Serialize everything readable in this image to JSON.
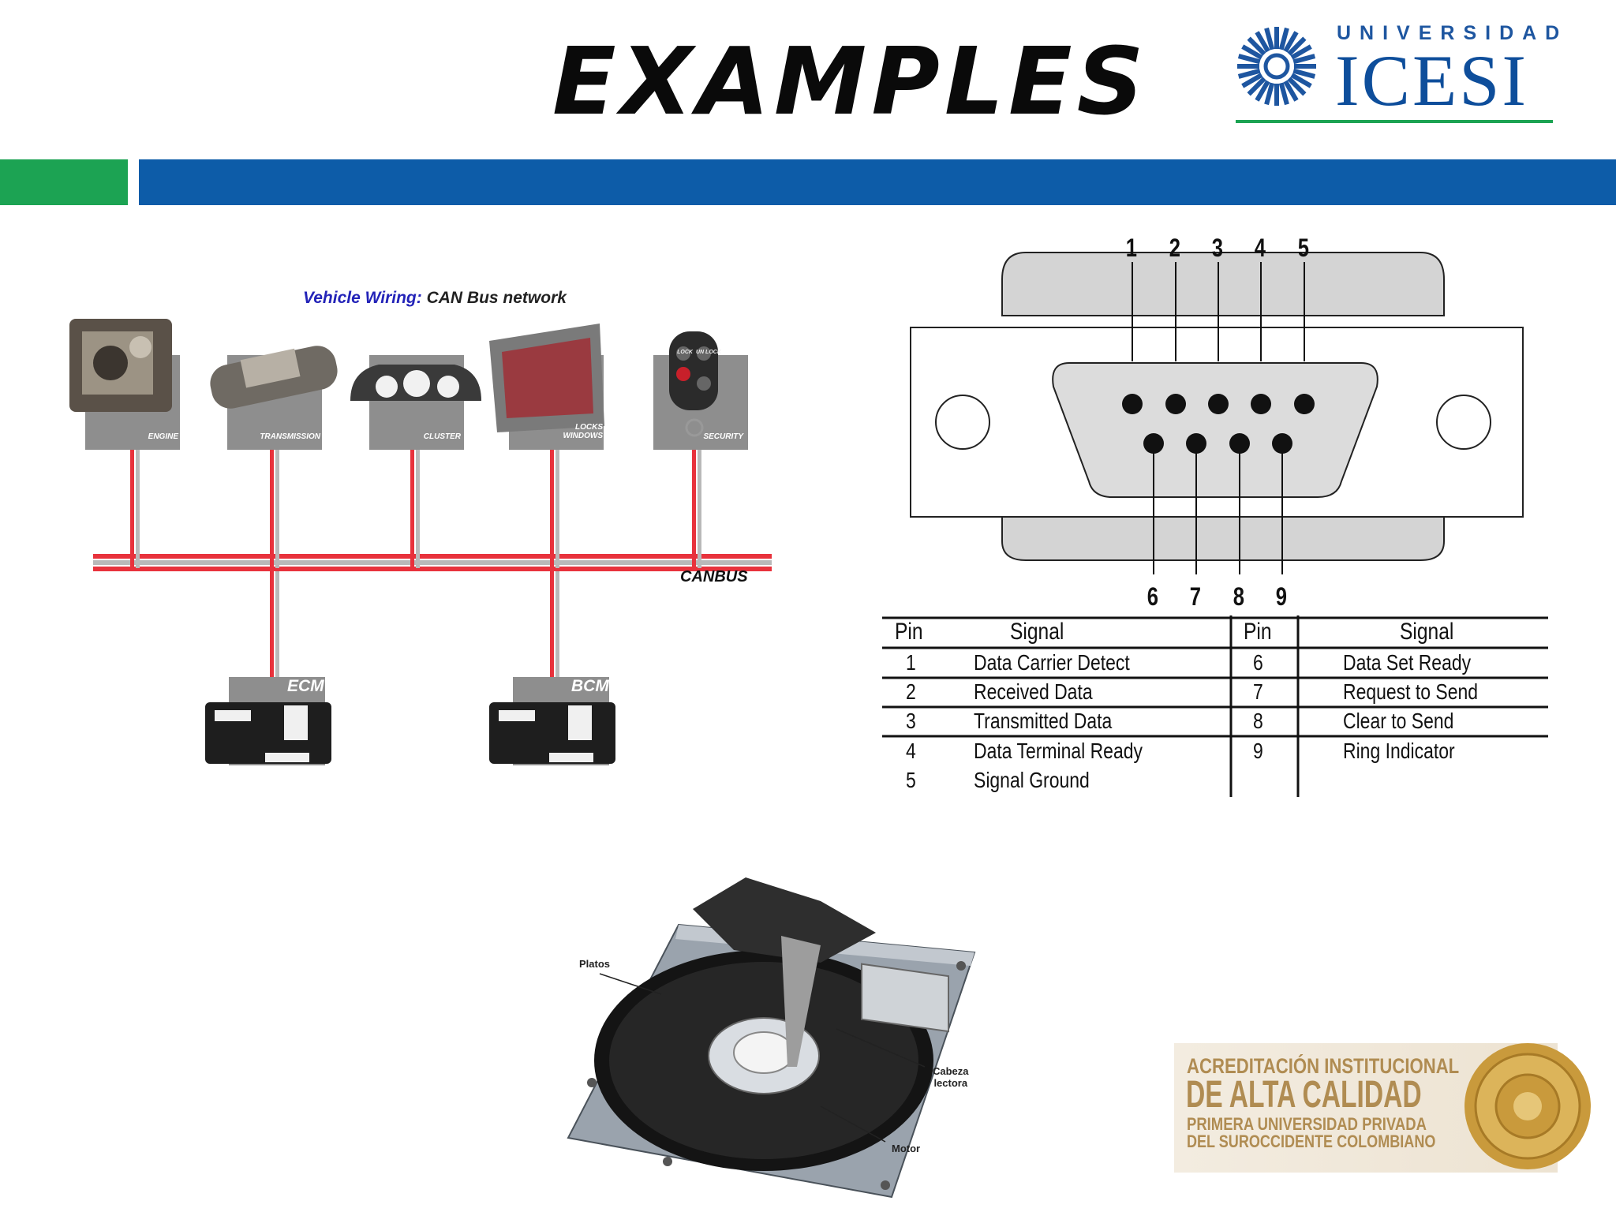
{
  "header": {
    "title": "EXAMPLES",
    "logo_top": "UNIVERSIDAD",
    "logo_main": "ICESI"
  },
  "colors": {
    "green": "#1ca353",
    "blue": "#0d5ca8",
    "can_wire_red": "#e8323c",
    "can_wire_gray": "#b9b9b9",
    "accreditation_gold": "#b08c52"
  },
  "can_diagram": {
    "title_accent": "Vehicle Wiring:",
    "title_rest": "CAN Bus network",
    "modules": [
      "ENGINE",
      "TRANSMISSION",
      "CLUSTER",
      "LOCKS\nWINDOWS",
      "SECURITY"
    ],
    "controllers": [
      "ECM",
      "BCM"
    ],
    "bus_label": "CANBUS",
    "keyfob_buttons": [
      "LOCK",
      "UN LOCK"
    ]
  },
  "db9": {
    "top_pins": [
      "1",
      "2",
      "3",
      "4",
      "5"
    ],
    "bottom_pins": [
      "6",
      "7",
      "8",
      "9"
    ],
    "table": {
      "headers": [
        "Pin",
        "Signal",
        "Pin",
        "Signal"
      ],
      "left_rows": [
        {
          "pin": "1",
          "signal": "Data Carrier Detect"
        },
        {
          "pin": "2",
          "signal": "Received Data"
        },
        {
          "pin": "3",
          "signal": "Transmitted Data"
        },
        {
          "pin": "4",
          "signal": "Data  Terminal Ready"
        },
        {
          "pin": "5",
          "signal": "Signal Ground"
        }
      ],
      "right_rows": [
        {
          "pin": "6",
          "signal": "Data Set Ready"
        },
        {
          "pin": "7",
          "signal": "Request to Send"
        },
        {
          "pin": "8",
          "signal": "Clear to Send"
        },
        {
          "pin": "9",
          "signal": "Ring Indicator"
        }
      ]
    }
  },
  "hdd": {
    "labels": [
      "Platos",
      "Cabeza\nlectora",
      "Motor"
    ]
  },
  "accreditation": {
    "line1": "ACREDITACIÓN INSTITUCIONAL",
    "line2": "DE ALTA CALIDAD",
    "line3": "PRIMERA UNIVERSIDAD PRIVADA",
    "line4": "DEL SUROCCIDENTE COLOMBIANO"
  }
}
